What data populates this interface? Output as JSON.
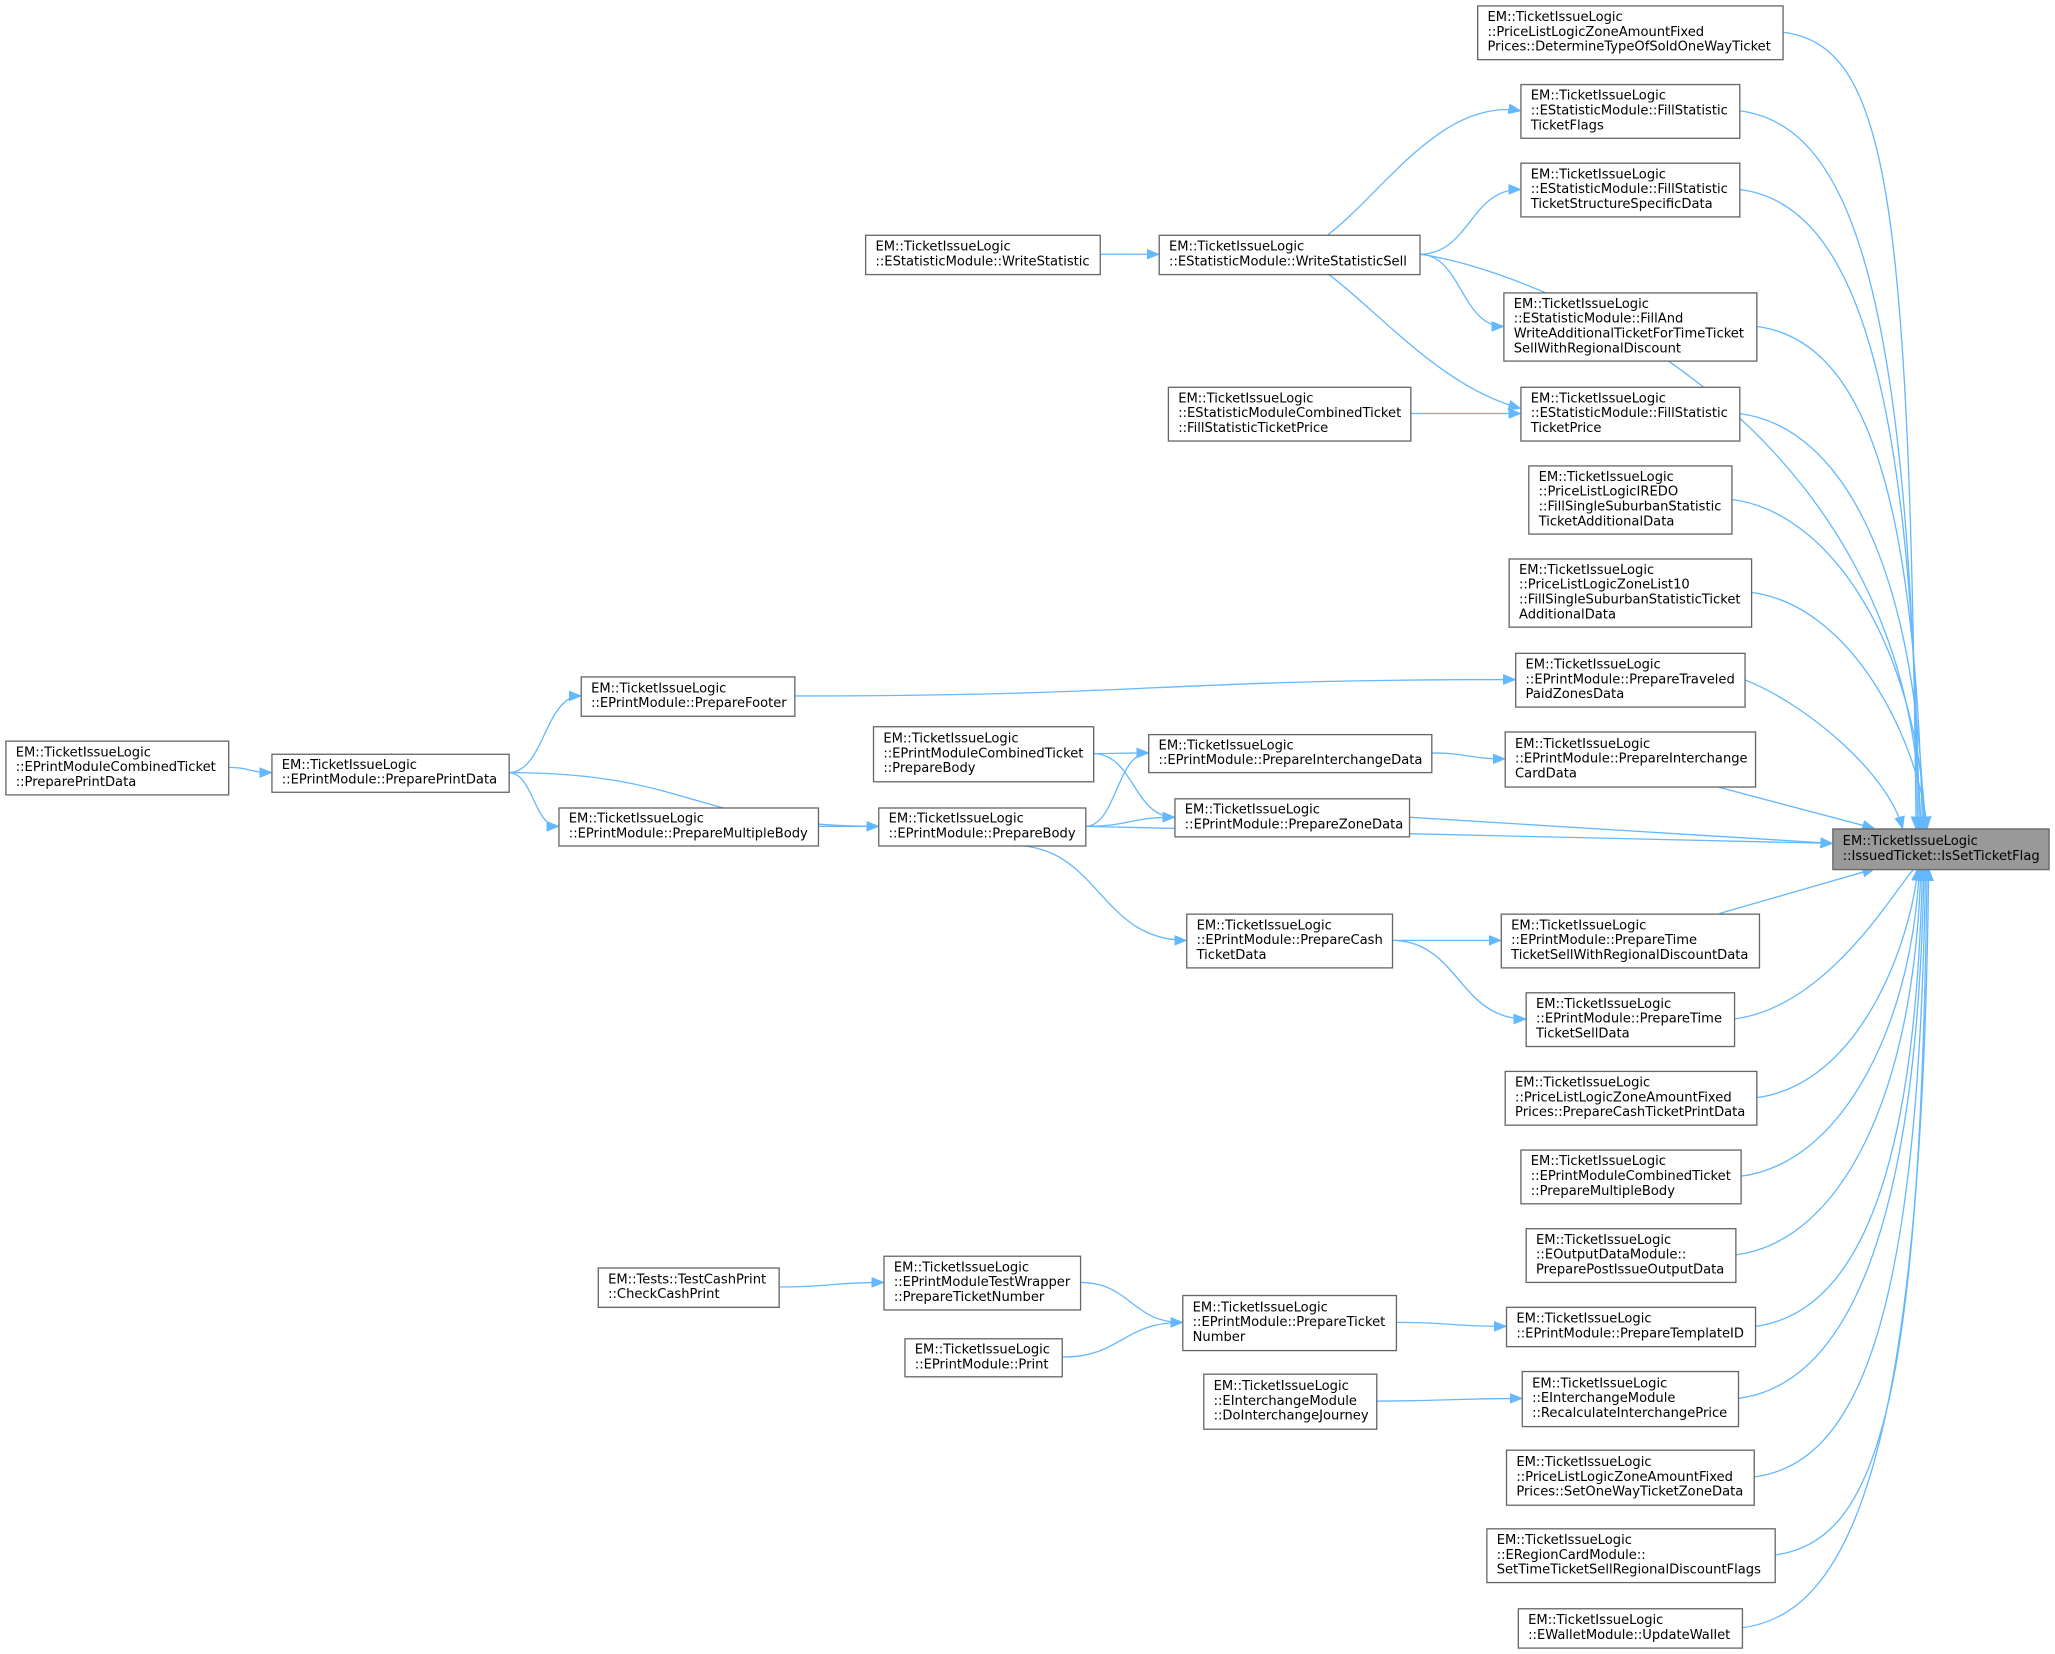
{
  "graph": {
    "type": "caller-graph",
    "colors": {
      "edge": "#63b8ff",
      "node_border": "#666666",
      "target_fill": "#999999",
      "node_fill": "#ffffff"
    },
    "nodes": [
      {
        "id": "target",
        "label": [
          "EM::TicketIssueLogic",
          "::IssuedTicket::IsSetTicketFlag"
        ],
        "highlighted": true
      },
      {
        "id": "r1",
        "label": [
          "EM::TicketIssueLogic",
          "::PriceListLogicZoneAmountFixed",
          "Prices::DetermineTypeOfSoldOneWayTicket"
        ]
      },
      {
        "id": "r2",
        "label": [
          "EM::TicketIssueLogic",
          "::EStatisticModule::FillStatistic",
          "TicketFlags"
        ]
      },
      {
        "id": "r3",
        "label": [
          "EM::TicketIssueLogic",
          "::EStatisticModule::FillStatistic",
          "TicketStructureSpecificData"
        ]
      },
      {
        "id": "r4",
        "label": [
          "EM::TicketIssueLogic",
          "::EStatisticModule::FillAnd",
          "WriteAdditionalTicketForTimeTicket",
          "SellWithRegionalDiscount"
        ]
      },
      {
        "id": "r5",
        "label": [
          "EM::TicketIssueLogic",
          "::EStatisticModule::FillStatistic",
          "TicketPrice"
        ]
      },
      {
        "id": "r6",
        "label": [
          "EM::TicketIssueLogic",
          "::PriceListLogicIREDO",
          "::FillSingleSuburbanStatistic",
          "TicketAdditionalData"
        ]
      },
      {
        "id": "r7",
        "label": [
          "EM::TicketIssueLogic",
          "::PriceListLogicZoneList10",
          "::FillSingleSuburbanStatisticTicket",
          "AdditionalData"
        ]
      },
      {
        "id": "r8",
        "label": [
          "EM::TicketIssueLogic",
          "::EPrintModule::PrepareTraveled",
          "PaidZonesData"
        ]
      },
      {
        "id": "r9",
        "label": [
          "EM::TicketIssueLogic",
          "::EPrintModule::PrepareInterchange",
          "CardData"
        ]
      },
      {
        "id": "r10",
        "label": [
          "EM::TicketIssueLogic",
          "::EPrintModule::PrepareTime",
          "TicketSellWithRegionalDiscountData"
        ]
      },
      {
        "id": "r11",
        "label": [
          "EM::TicketIssueLogic",
          "::EPrintModule::PrepareTime",
          "TicketSellData"
        ]
      },
      {
        "id": "r12",
        "label": [
          "EM::TicketIssueLogic",
          "::PriceListLogicZoneAmountFixed",
          "Prices::PrepareCashTicketPrintData"
        ]
      },
      {
        "id": "r13",
        "label": [
          "EM::TicketIssueLogic",
          "::EPrintModuleCombinedTicket",
          "::PrepareMultipleBody"
        ]
      },
      {
        "id": "r14",
        "label": [
          "EM::TicketIssueLogic",
          "::EOutputDataModule::",
          "PreparePostIssueOutputData"
        ]
      },
      {
        "id": "r15",
        "label": [
          "EM::TicketIssueLogic",
          "::EPrintModule::PrepareTemplateID"
        ]
      },
      {
        "id": "r16",
        "label": [
          "EM::TicketIssueLogic",
          "::EInterchangeModule",
          "::RecalculateInterchangePrice"
        ]
      },
      {
        "id": "r17",
        "label": [
          "EM::TicketIssueLogic",
          "::PriceListLogicZoneAmountFixed",
          "Prices::SetOneWayTicketZoneData"
        ]
      },
      {
        "id": "r18",
        "label": [
          "EM::TicketIssueLogic",
          "::ERegionCardModule::",
          "SetTimeTicketSellRegionalDiscountFlags"
        ]
      },
      {
        "id": "r19",
        "label": [
          "EM::TicketIssueLogic",
          "::EWalletModule::UpdateWallet"
        ]
      },
      {
        "id": "wss",
        "label": [
          "EM::TicketIssueLogic",
          "::EStatisticModule::WriteStatisticSell"
        ]
      },
      {
        "id": "ws",
        "label": [
          "EM::TicketIssueLogic",
          "::EStatisticModule::WriteStatistic"
        ]
      },
      {
        "id": "csfp",
        "label": [
          "EM::TicketIssueLogic",
          "::EStatisticModuleCombinedTicket",
          "::FillStatisticTicketPrice"
        ]
      },
      {
        "id": "pf",
        "label": [
          "EM::TicketIssueLogic",
          "::EPrintModule::PrepareFooter"
        ]
      },
      {
        "id": "ppd",
        "label": [
          "EM::TicketIssueLogic",
          "::EPrintModule::PreparePrintData"
        ]
      },
      {
        "id": "cppd",
        "label": [
          "EM::TicketIssueLogic",
          "::EPrintModuleCombinedTicket",
          "::PreparePrintData"
        ]
      },
      {
        "id": "pmb",
        "label": [
          "EM::TicketIssueLogic",
          "::EPrintModule::PrepareMultipleBody"
        ]
      },
      {
        "id": "pb",
        "label": [
          "EM::TicketIssueLogic",
          "::EPrintModule::PrepareBody"
        ]
      },
      {
        "id": "cpb",
        "label": [
          "EM::TicketIssueLogic",
          "::EPrintModuleCombinedTicket",
          "::PrepareBody"
        ]
      },
      {
        "id": "pid",
        "label": [
          "EM::TicketIssueLogic",
          "::EPrintModule::PrepareInterchangeData"
        ]
      },
      {
        "id": "pzd",
        "label": [
          "EM::TicketIssueLogic",
          "::EPrintModule::PrepareZoneData"
        ]
      },
      {
        "id": "pctd",
        "label": [
          "EM::TicketIssueLogic",
          "::EPrintModule::PrepareCash",
          "TicketData"
        ]
      },
      {
        "id": "ccp",
        "label": [
          "EM::Tests::TestCashPrint",
          "::CheckCashPrint"
        ]
      },
      {
        "id": "twptn",
        "label": [
          "EM::TicketIssueLogic",
          "::EPrintModuleTestWrapper",
          "::PrepareTicketNumber"
        ]
      },
      {
        "id": "ptn",
        "label": [
          "EM::TicketIssueLogic",
          "::EPrintModule::PrepareTicket",
          "Number"
        ]
      },
      {
        "id": "pr",
        "label": [
          "EM::TicketIssueLogic",
          "::EPrintModule::Print"
        ]
      },
      {
        "id": "dij",
        "label": [
          "EM::TicketIssueLogic",
          "::EInterchangeModule",
          "::DoInterchangeJourney"
        ]
      }
    ],
    "edges": [
      [
        "r1",
        "target"
      ],
      [
        "r2",
        "target"
      ],
      [
        "r3",
        "target"
      ],
      [
        "wss",
        "target"
      ],
      [
        "r4",
        "target"
      ],
      [
        "r5",
        "target"
      ],
      [
        "r6",
        "target"
      ],
      [
        "r7",
        "target"
      ],
      [
        "r8",
        "target"
      ],
      [
        "r9",
        "target"
      ],
      [
        "pzd",
        "target"
      ],
      [
        "pb",
        "target"
      ],
      [
        "r10",
        "target"
      ],
      [
        "r11",
        "target"
      ],
      [
        "r12",
        "target"
      ],
      [
        "r13",
        "target"
      ],
      [
        "r14",
        "target"
      ],
      [
        "r15",
        "target"
      ],
      [
        "r16",
        "target"
      ],
      [
        "r17",
        "target"
      ],
      [
        "r18",
        "target"
      ],
      [
        "r19",
        "target"
      ],
      [
        "wss",
        "r2"
      ],
      [
        "wss",
        "r3"
      ],
      [
        "wss",
        "r4"
      ],
      [
        "wss",
        "r5"
      ],
      [
        "ws",
        "wss"
      ],
      [
        "csfp",
        "r5"
      ],
      [
        "pf",
        "r8"
      ],
      [
        "pid",
        "r9"
      ],
      [
        "cpb",
        "pid"
      ],
      [
        "cpb",
        "pzd"
      ],
      [
        "pb",
        "pid"
      ],
      [
        "pb",
        "pzd"
      ],
      [
        "pb",
        "pctd"
      ],
      [
        "pctd",
        "r10"
      ],
      [
        "pctd",
        "r11"
      ],
      [
        "ppd",
        "pf"
      ],
      [
        "ppd",
        "pmb"
      ],
      [
        "ppd",
        "pb"
      ],
      [
        "pmb",
        "pb"
      ],
      [
        "cppd",
        "ppd"
      ],
      [
        "ptn",
        "r15"
      ],
      [
        "twptn",
        "ptn"
      ],
      [
        "pr",
        "ptn"
      ],
      [
        "ccp",
        "twptn"
      ],
      [
        "dij",
        "r16"
      ]
    ]
  }
}
